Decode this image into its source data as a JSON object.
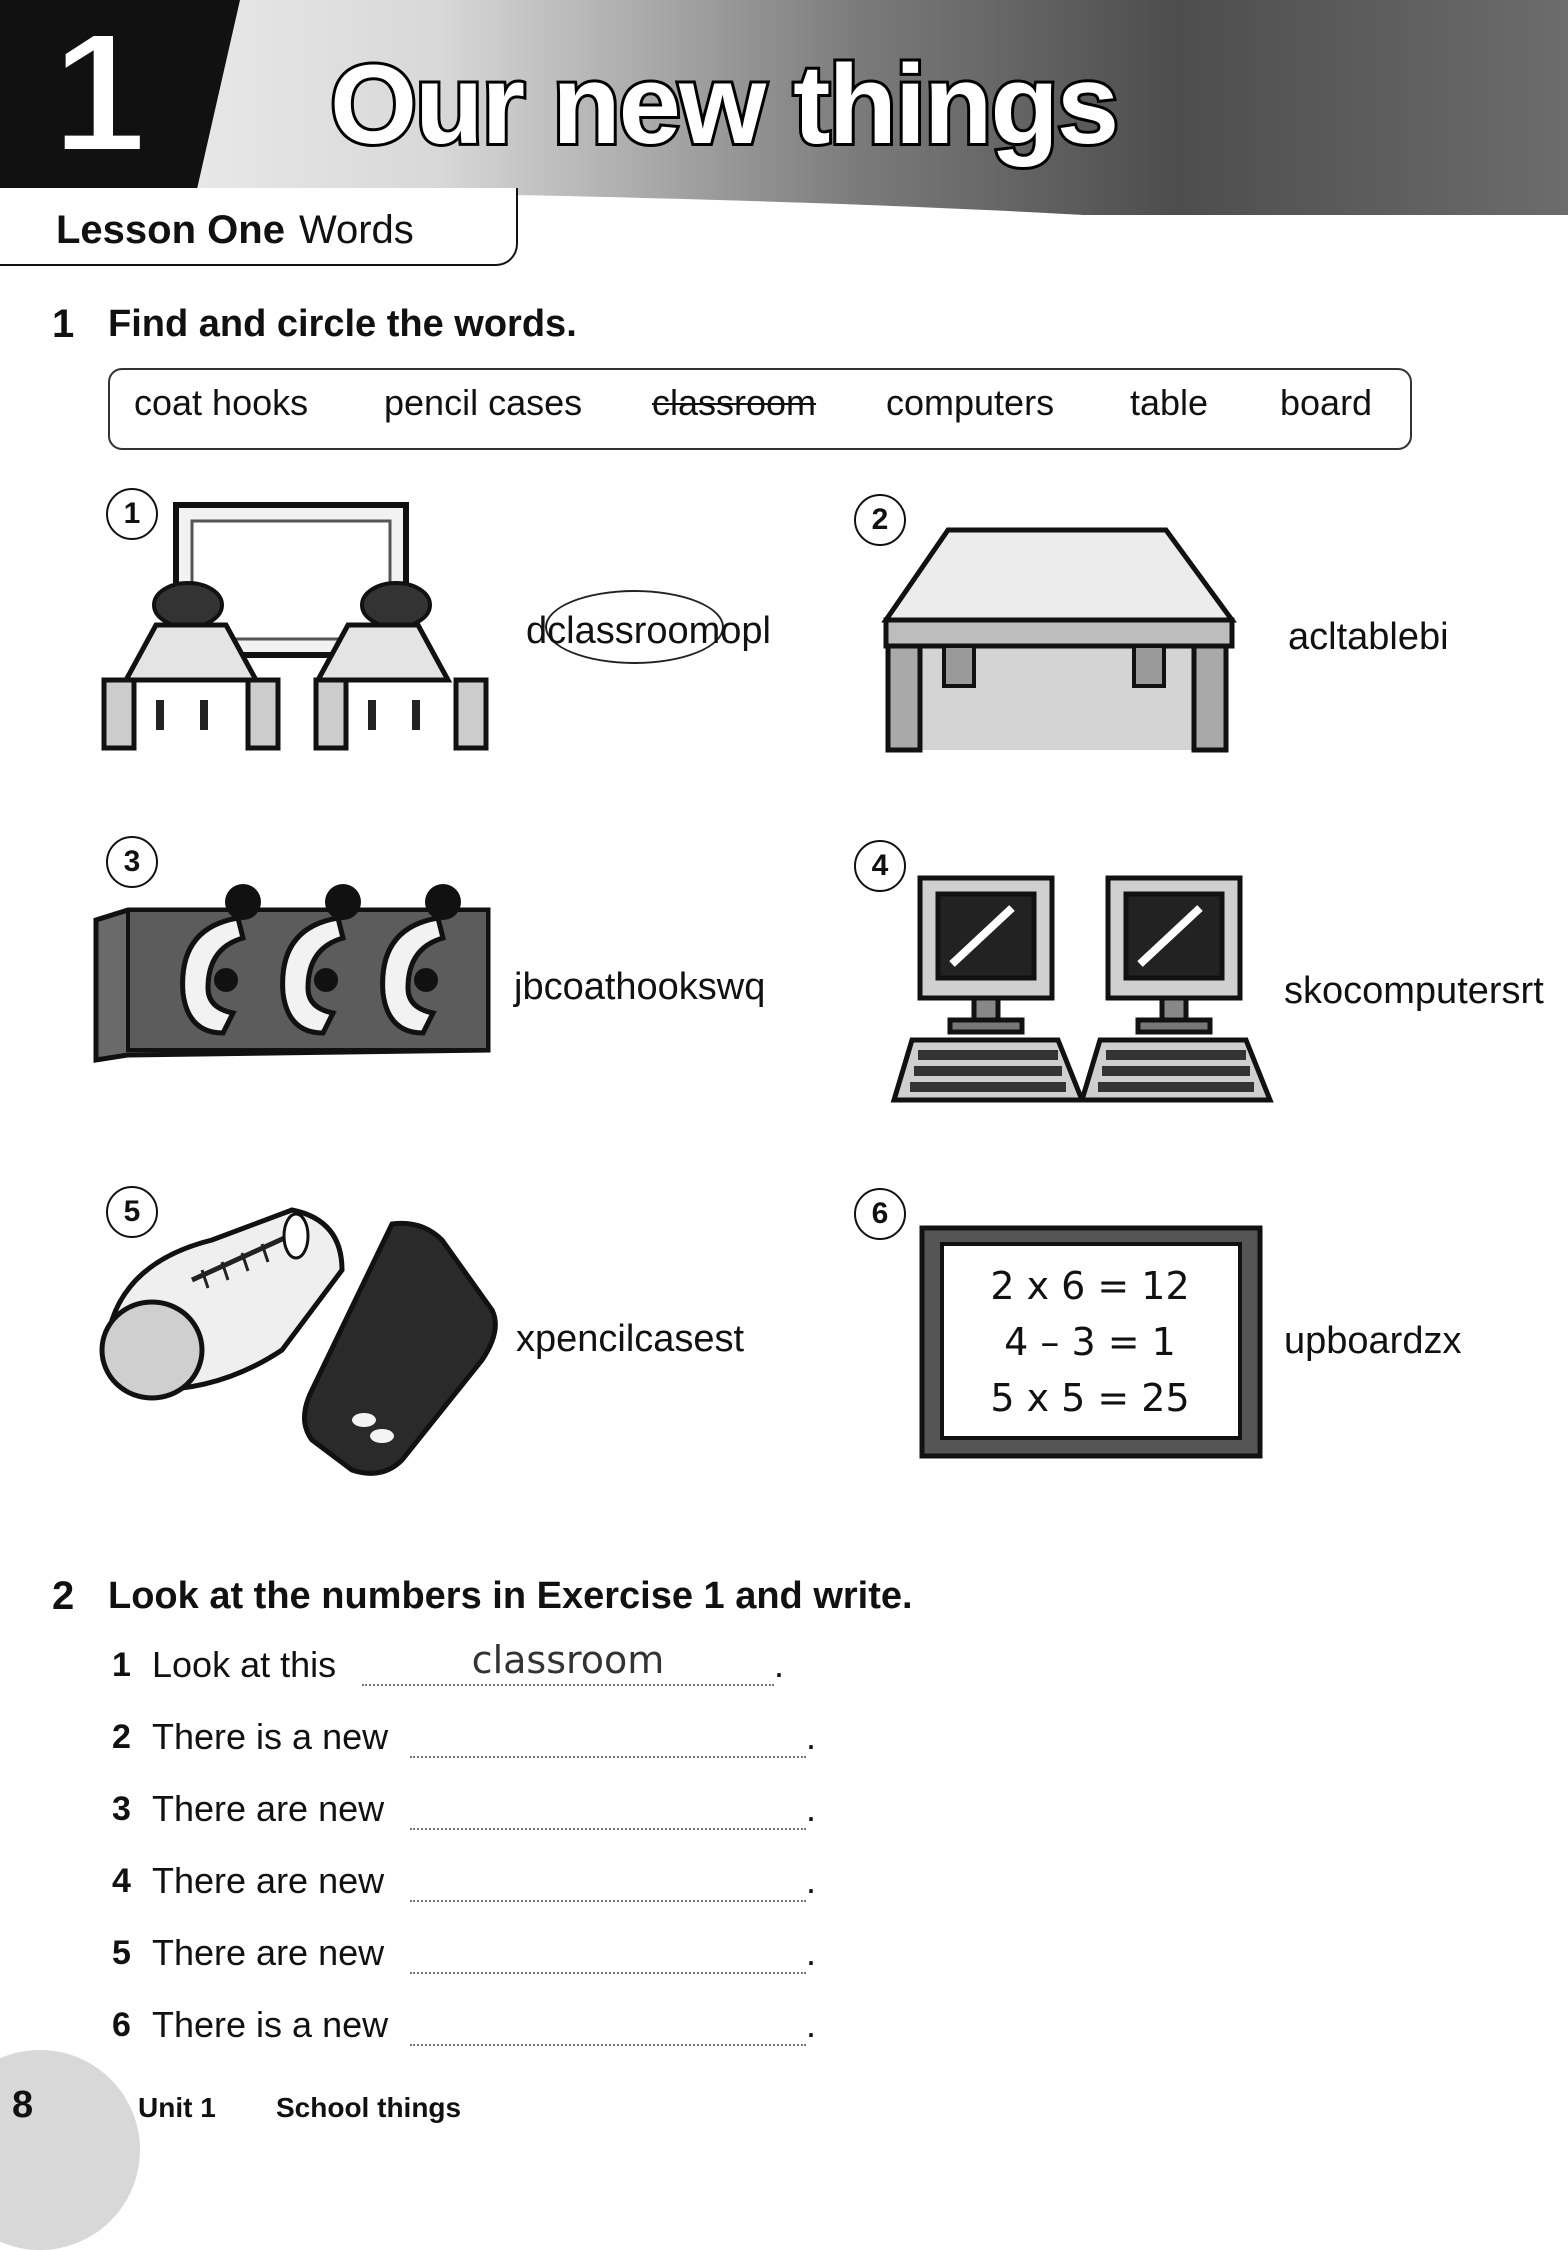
{
  "header": {
    "unit_number": "1",
    "title": "Our new things",
    "lesson": "Lesson One",
    "lesson_type": "Words"
  },
  "exercise1": {
    "number": "1",
    "instruction": "Find and circle the words.",
    "word_bank": [
      "coat hooks",
      "pencil cases",
      "classroom",
      "computers",
      "table",
      "board"
    ],
    "items": [
      {
        "number": "1",
        "letters": "dclassroomopl",
        "picture": "classroom-icon"
      },
      {
        "number": "2",
        "letters": "acltablebi",
        "picture": "table-icon"
      },
      {
        "number": "3",
        "letters": "jbcoathookswq",
        "picture": "coat-hooks-icon"
      },
      {
        "number": "4",
        "letters": "skocomputersrt",
        "picture": "computers-icon"
      },
      {
        "number": "5",
        "letters": "xpencilcasest",
        "picture": "pencil-cases-icon"
      },
      {
        "number": "6",
        "letters": "upboardzx",
        "picture": "board-icon"
      }
    ],
    "board_lines": [
      "2 x 6 = 12",
      "4 – 3 = 1",
      "5 x 5 = 25"
    ]
  },
  "exercise2": {
    "number": "2",
    "instruction": "Look at the numbers in Exercise 1 and write.",
    "sentences": [
      {
        "number": "1",
        "text": "Look at this",
        "answer": "classroom",
        "end": "."
      },
      {
        "number": "2",
        "text": "There is a new",
        "answer": "",
        "end": "."
      },
      {
        "number": "3",
        "text": "There are new",
        "answer": "",
        "end": "."
      },
      {
        "number": "4",
        "text": "There are new",
        "answer": "",
        "end": "."
      },
      {
        "number": "5",
        "text": "There are new",
        "answer": "",
        "end": "."
      },
      {
        "number": "6",
        "text": "There is a new",
        "answer": "",
        "end": "."
      }
    ]
  },
  "footer": {
    "page_number": "8",
    "unit": "Unit 1",
    "topic": "School things"
  }
}
